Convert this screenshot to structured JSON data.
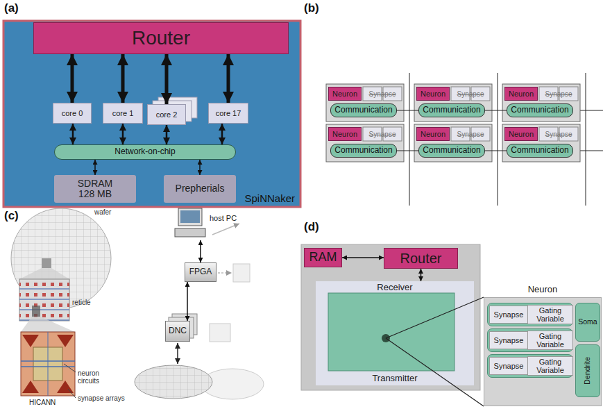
{
  "diagram": {
    "nodes": [
      {
        "text": [
          "SpiNNaker"
        ]
      },
      {
        "text": [
          "Router"
        ],
        "in": 0
      },
      {
        "text": [
          "core 0"
        ],
        "in": 0
      },
      {
        "text": [
          "core 1"
        ],
        "in": 0
      },
      {
        "text": [
          "core 2"
        ],
        "in": 0
      },
      {
        "text": [
          "core 17"
        ],
        "in": 0
      },
      {
        "text": [
          "Network-on-chip"
        ],
        "in": 0
      },
      {
        "text": [
          "SDRAM 128 MB"
        ],
        "in": 0
      },
      {
        "text": [
          "Prepherials"
        ],
        "in": 0
      },
      {
        "text": [
          "Neuron"
        ]
      },
      {
        "text": [
          "Synapse"
        ]
      },
      {
        "text": [
          "Communication"
        ]
      },
      {
        "text": [
          "Neuron"
        ]
      },
      {
        "text": [
          "Synapse"
        ]
      },
      {
        "text": [
          "Communication"
        ]
      },
      {
        "text": [
          "Neuron"
        ]
      },
      {
        "text": [
          "Synapse"
        ]
      },
      {
        "text": [
          "Communication"
        ]
      },
      {
        "text": [
          "Neuron"
        ]
      },
      {
        "text": [
          "Synapse"
        ]
      },
      {
        "text": [
          "Communication"
        ]
      },
      {
        "text": [
          "Neuron"
        ]
      },
      {
        "text": [
          "Synapse"
        ]
      },
      {
        "text": [
          "Communication"
        ]
      },
      {
        "text": [
          "Neuron"
        ]
      },
      {
        "text": [
          "Synapse"
        ]
      },
      {
        "text": [
          "Communication"
        ]
      },
      {
        "text": [
          "host PC"
        ]
      },
      {
        "text": [
          "FPGA"
        ]
      },
      {
        "text": [
          "DNC"
        ]
      },
      {
        "text": [
          "RAM"
        ]
      },
      {
        "text": [
          "Router"
        ]
      },
      {
        "text": [
          "Receiver",
          "Transmitter"
        ]
      },
      {
        "text": [
          "Neuron"
        ]
      },
      {
        "text": [
          "Synapse"
        ],
        "in": 33
      },
      {
        "text": [
          "Gating Variable"
        ],
        "in": 33
      },
      {
        "text": [
          "Synapse"
        ],
        "in": 33
      },
      {
        "text": [
          "Gating Variable"
        ],
        "in": 33
      },
      {
        "text": [
          "Synapse"
        ],
        "in": 33
      },
      {
        "text": [
          "Gating Variable"
        ],
        "in": 33
      },
      {
        "text": [
          "Soma"
        ],
        "in": 33
      },
      {
        "text": [
          "Dendrite"
        ],
        "in": 33
      }
    ],
    "edges": [
      {
        "from": 1,
        "to": 2,
        "arrow": "both"
      },
      {
        "from": 1,
        "to": 3,
        "arrow": "both"
      },
      {
        "from": 1,
        "to": 4,
        "arrow": "both"
      },
      {
        "from": 1,
        "to": 5,
        "arrow": "both"
      },
      {
        "from": 2,
        "to": 6,
        "arrow": "both"
      },
      {
        "from": 3,
        "to": 6,
        "arrow": "both"
      },
      {
        "from": 4,
        "to": 6,
        "arrow": "both"
      },
      {
        "from": 5,
        "to": 6,
        "arrow": "both"
      },
      {
        "from": 6,
        "to": 7,
        "arrow": "both"
      },
      {
        "from": 6,
        "to": 8,
        "arrow": "both"
      },
      {
        "from": 11,
        "to": 14,
        "arrow": "none"
      },
      {
        "from": 14,
        "to": 17,
        "arrow": "none"
      },
      {
        "from": 20,
        "to": 23,
        "arrow": "none"
      },
      {
        "from": 23,
        "to": 26,
        "arrow": "none"
      },
      {
        "from": 27,
        "to": 28,
        "arrow": "both"
      },
      {
        "from": 28,
        "to": 29,
        "arrow": "both"
      },
      {
        "from": 30,
        "to": 31,
        "arrow": "both"
      },
      {
        "from": 31,
        "to": 32,
        "arrow": "both"
      }
    ],
    "labels": [
      "(a)",
      "(b)",
      "(c)",
      "(d)",
      "wafer",
      "reticle",
      "neuron circuits",
      "synapse arrays",
      "HICANN"
    ]
  }
}
